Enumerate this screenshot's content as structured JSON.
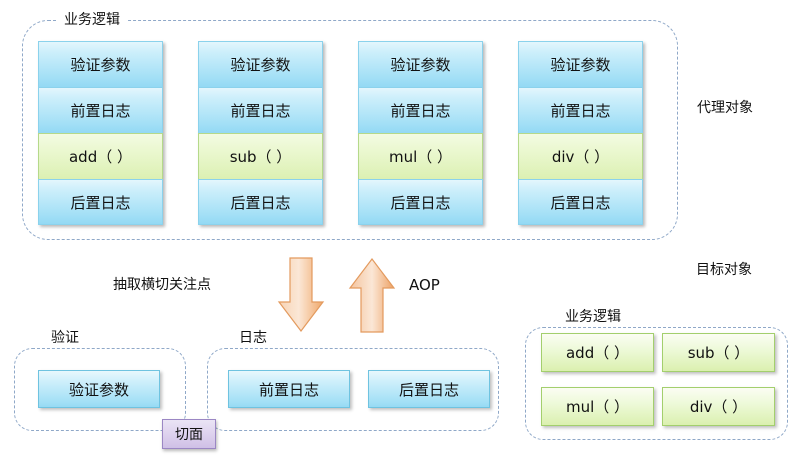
{
  "diagram": {
    "title_labels": {
      "proxy_object": "代理对象",
      "target_object": "目标对象"
    },
    "colors": {
      "blue_cell": "#a4e0f6",
      "green_cell": "#dcf0b3",
      "aspect_badge": "#cfc0e6",
      "arrow_orange": "#f4b183",
      "dashed_border": "#8fa8c8"
    }
  },
  "proxy_group": {
    "label": "业务逻辑",
    "columns": [
      {
        "rows": [
          {
            "text": "验证参数",
            "kind": "blue"
          },
          {
            "text": "前置日志",
            "kind": "blue"
          },
          {
            "text": "add（ ）",
            "kind": "green"
          },
          {
            "text": "后置日志",
            "kind": "blue"
          }
        ]
      },
      {
        "rows": [
          {
            "text": "验证参数",
            "kind": "blue"
          },
          {
            "text": "前置日志",
            "kind": "blue"
          },
          {
            "text": "sub（ ）",
            "kind": "green"
          },
          {
            "text": "后置日志",
            "kind": "blue"
          }
        ]
      },
      {
        "rows": [
          {
            "text": "验证参数",
            "kind": "blue"
          },
          {
            "text": "前置日志",
            "kind": "blue"
          },
          {
            "text": "mul（ ）",
            "kind": "green"
          },
          {
            "text": "后置日志",
            "kind": "blue"
          }
        ]
      },
      {
        "rows": [
          {
            "text": "验证参数",
            "kind": "blue"
          },
          {
            "text": "前置日志",
            "kind": "blue"
          },
          {
            "text": "div（ ）",
            "kind": "green"
          },
          {
            "text": "后置日志",
            "kind": "blue"
          }
        ]
      }
    ]
  },
  "middle": {
    "extract_label": "抽取横切关注点",
    "aop_label": "AOP",
    "down_arrow": "down-arrow",
    "up_arrow": "up-arrow"
  },
  "aspect_section": {
    "badge": "切面",
    "validation_group": {
      "label": "验证",
      "items": [
        {
          "text": "验证参数"
        }
      ]
    },
    "log_group": {
      "label": "日志",
      "items": [
        {
          "text": "前置日志"
        },
        {
          "text": "后置日志"
        }
      ]
    }
  },
  "target_section": {
    "heading": "目标对象",
    "group_label": "业务逻辑",
    "methods": [
      {
        "text": "add（ ）"
      },
      {
        "text": "sub（ ）"
      },
      {
        "text": "mul（ ）"
      },
      {
        "text": "div（ ）"
      }
    ]
  }
}
